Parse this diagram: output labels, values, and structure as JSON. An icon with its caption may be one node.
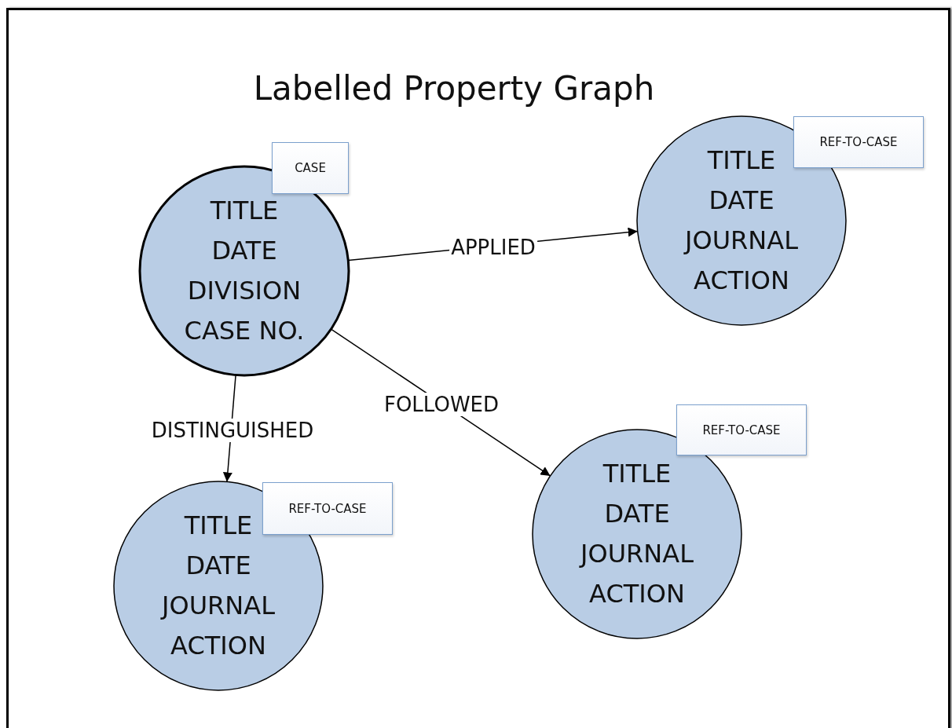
{
  "diagram": {
    "title": "Labelled Property Graph",
    "nodes": [
      {
        "text": [
          "TITLE",
          "DATE",
          "DIVISION",
          "CASE NO."
        ]
      },
      {
        "text": [
          "CASE"
        ]
      },
      {
        "text": [
          "TITLE",
          "DATE",
          "JOURNAL",
          "ACTION"
        ]
      },
      {
        "text": [
          "REF-TO-CASE"
        ]
      },
      {
        "text": [
          "TITLE",
          "DATE",
          "JOURNAL",
          "ACTION"
        ]
      },
      {
        "text": [
          "REF-TO-CASE"
        ]
      },
      {
        "text": [
          "TITLE",
          "DATE",
          "JOURNAL",
          "ACTION"
        ]
      },
      {
        "text": [
          "REF-TO-CASE"
        ]
      }
    ],
    "edges": [
      {
        "from": 0,
        "to": 2,
        "arrow": "to",
        "label": "APPLIED"
      },
      {
        "from": 0,
        "to": 4,
        "arrow": "to",
        "label": "FOLLOWED"
      },
      {
        "from": 0,
        "to": 6,
        "arrow": "to",
        "label": "DISTINGUISHED"
      }
    ]
  }
}
